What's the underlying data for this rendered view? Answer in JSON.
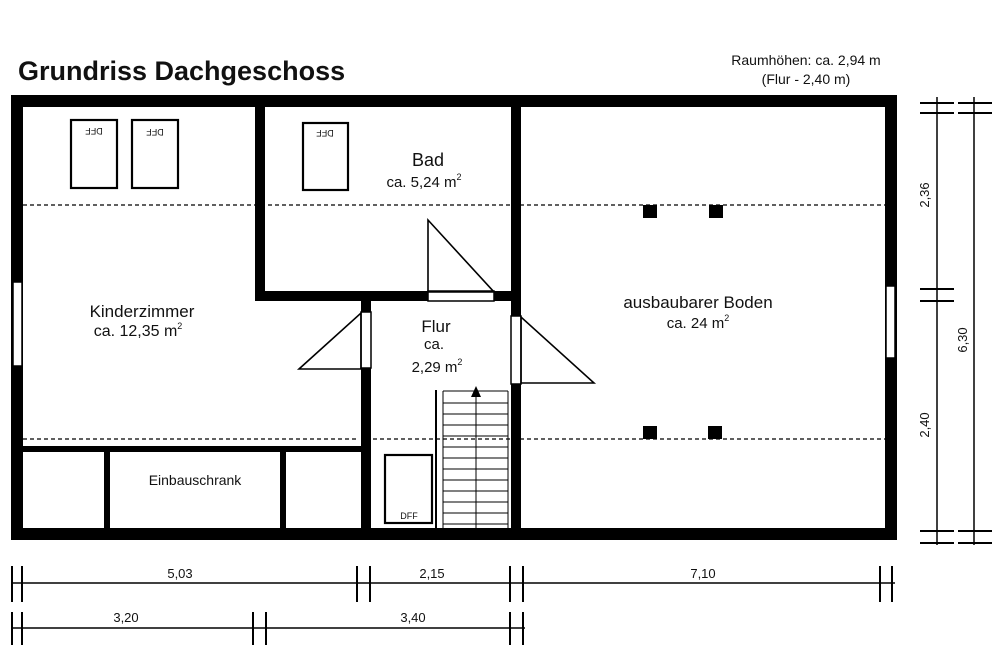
{
  "title": "Grundriss Dachgeschoss",
  "heights_note": {
    "line1": "Raumhöhen: ca. 2,94 m",
    "line2": "(Flur - 2,40 m)"
  },
  "rooms": {
    "kinderzimmer": {
      "name": "Kinderzimmer",
      "area": "ca. 12,35 m",
      "sup": "2"
    },
    "bad": {
      "name": "Bad",
      "area": "ca. 5,24 m",
      "sup": "2"
    },
    "flur": {
      "name": "Flur",
      "area_line1": "ca.",
      "area_line2": "2,29 m",
      "sup": "2"
    },
    "boden": {
      "name": "ausbaubarer Boden",
      "area": "ca. 24 m",
      "sup": "2"
    },
    "einbauschrank": "Einbauschrank"
  },
  "windows_label": "DFF",
  "dimensions": {
    "bottom_row1": [
      "5,03",
      "2,15",
      "7,10"
    ],
    "bottom_row2": [
      "3,20",
      "3,40"
    ],
    "right_col1": [
      "2,36",
      "2,40"
    ],
    "right_col2": "6,30"
  },
  "colors": {
    "wall": "#000000",
    "line": "#000000",
    "background": "#ffffff"
  }
}
